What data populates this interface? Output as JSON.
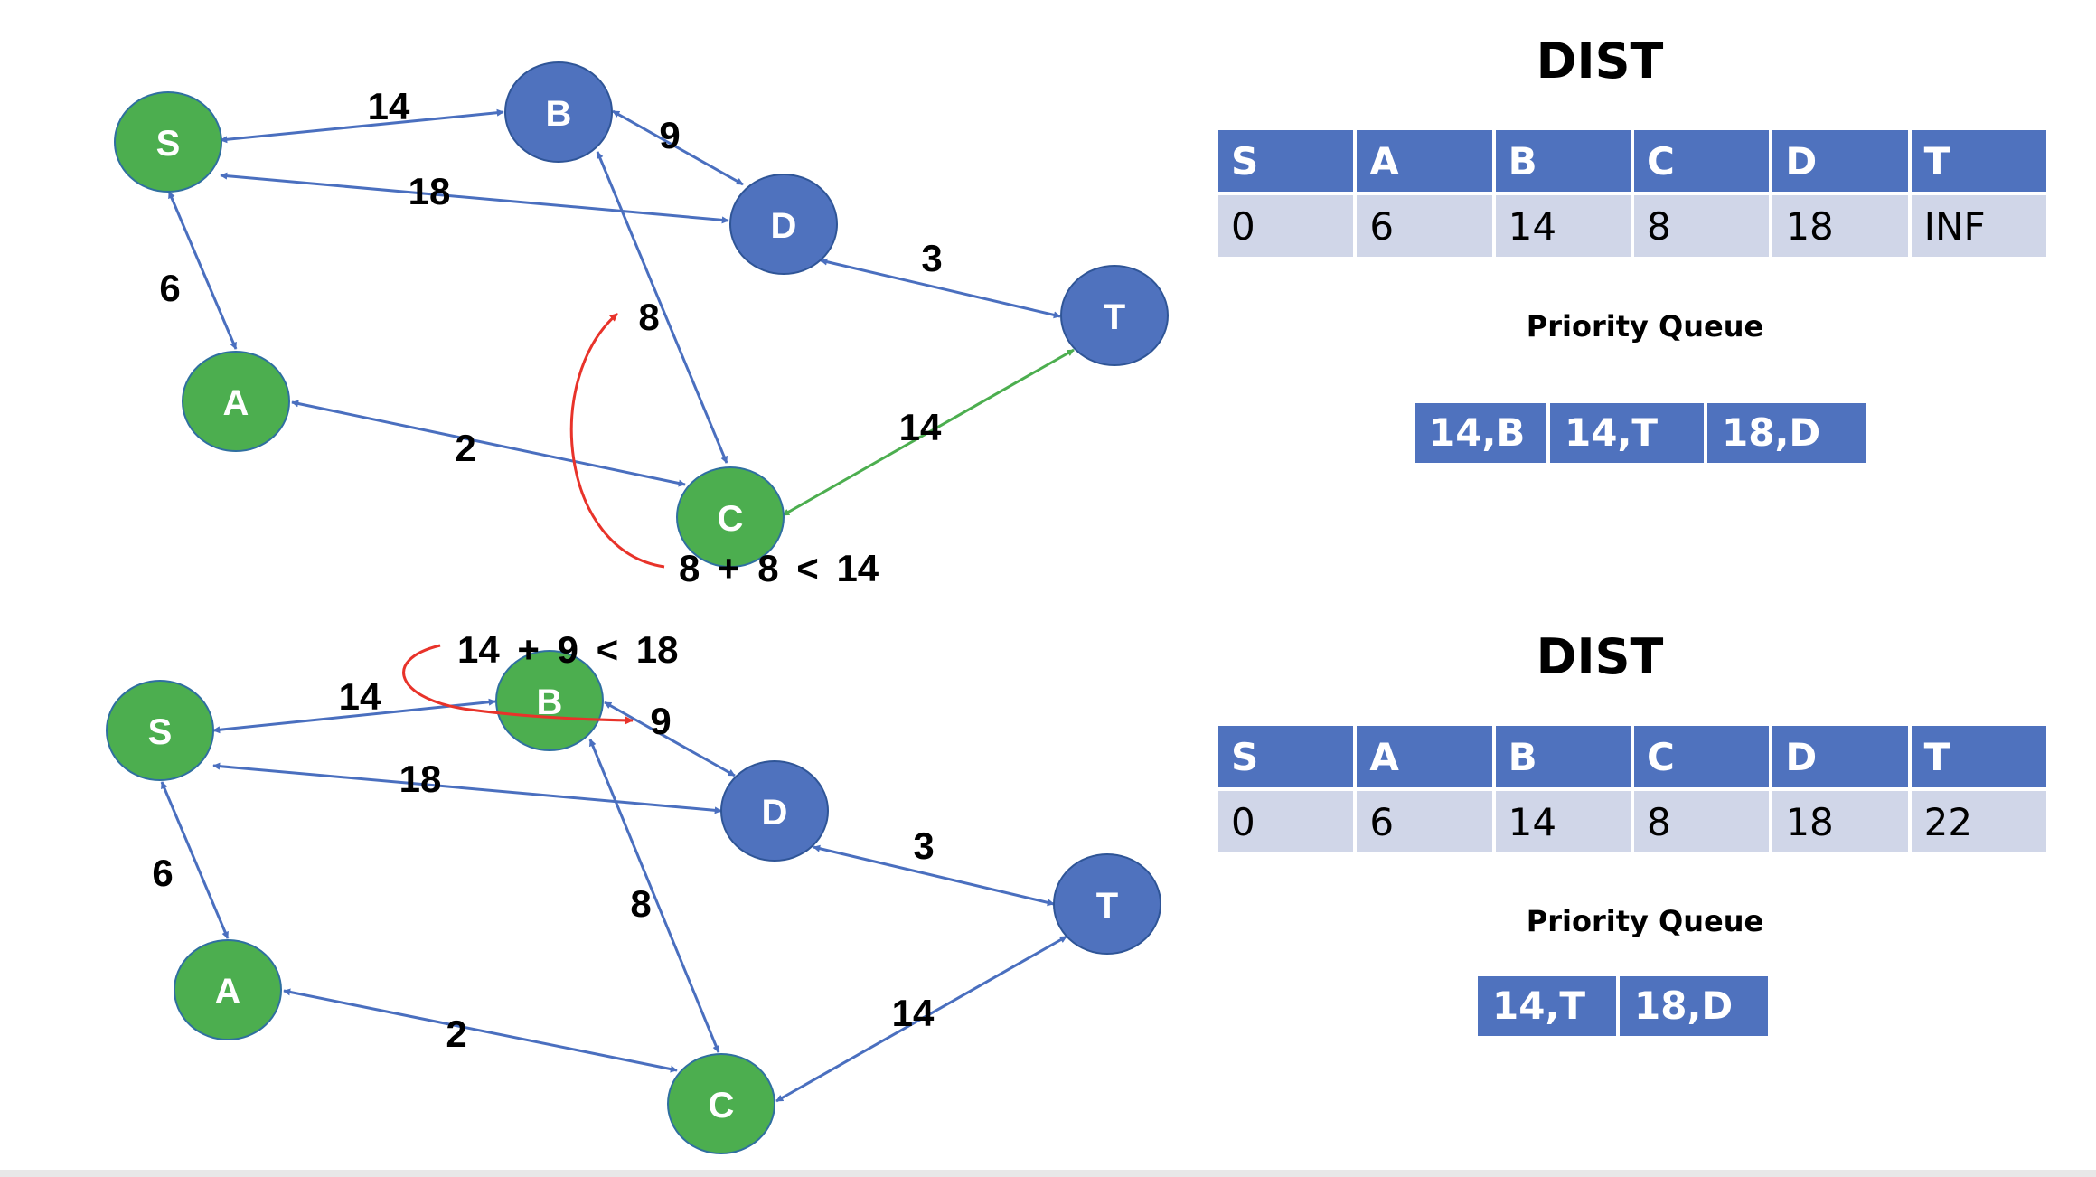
{
  "nodes": [
    "S",
    "A",
    "B",
    "C",
    "D",
    "T"
  ],
  "colors": {
    "green": "#4cae4f",
    "blue": "#4f72be",
    "red": "#e8332a",
    "edge": "#4a6fbf",
    "cell": "#d0d6e8"
  },
  "top_panel": {
    "edge_weights": {
      "SB": "14",
      "SD": "18",
      "SA": "6",
      "BD": "9",
      "BC": "8",
      "AC": "2",
      "DT": "3",
      "CT": "14"
    },
    "note": "8 + 8 < 14",
    "dist_title": "DIST",
    "headers": [
      "S",
      "A",
      "B",
      "C",
      "D",
      "T"
    ],
    "values": [
      "0",
      "6",
      "14",
      "8",
      "18",
      "INF"
    ],
    "pq_title": "Priority Queue",
    "queue": [
      "14,B",
      "14,T",
      "18,D"
    ]
  },
  "bottom_panel": {
    "edge_weights": {
      "SB": "14",
      "SD": "18",
      "SA": "6",
      "BD": "9",
      "BC": "8",
      "AC": "2",
      "DT": "3",
      "CT": "14"
    },
    "note": "14 + 9 < 18",
    "dist_title": "DIST",
    "headers": [
      "S",
      "A",
      "B",
      "C",
      "D",
      "T"
    ],
    "values": [
      "0",
      "6",
      "14",
      "8",
      "18",
      "22"
    ],
    "pq_title": "Priority Queue",
    "queue": [
      "14,T",
      "18,D"
    ]
  }
}
